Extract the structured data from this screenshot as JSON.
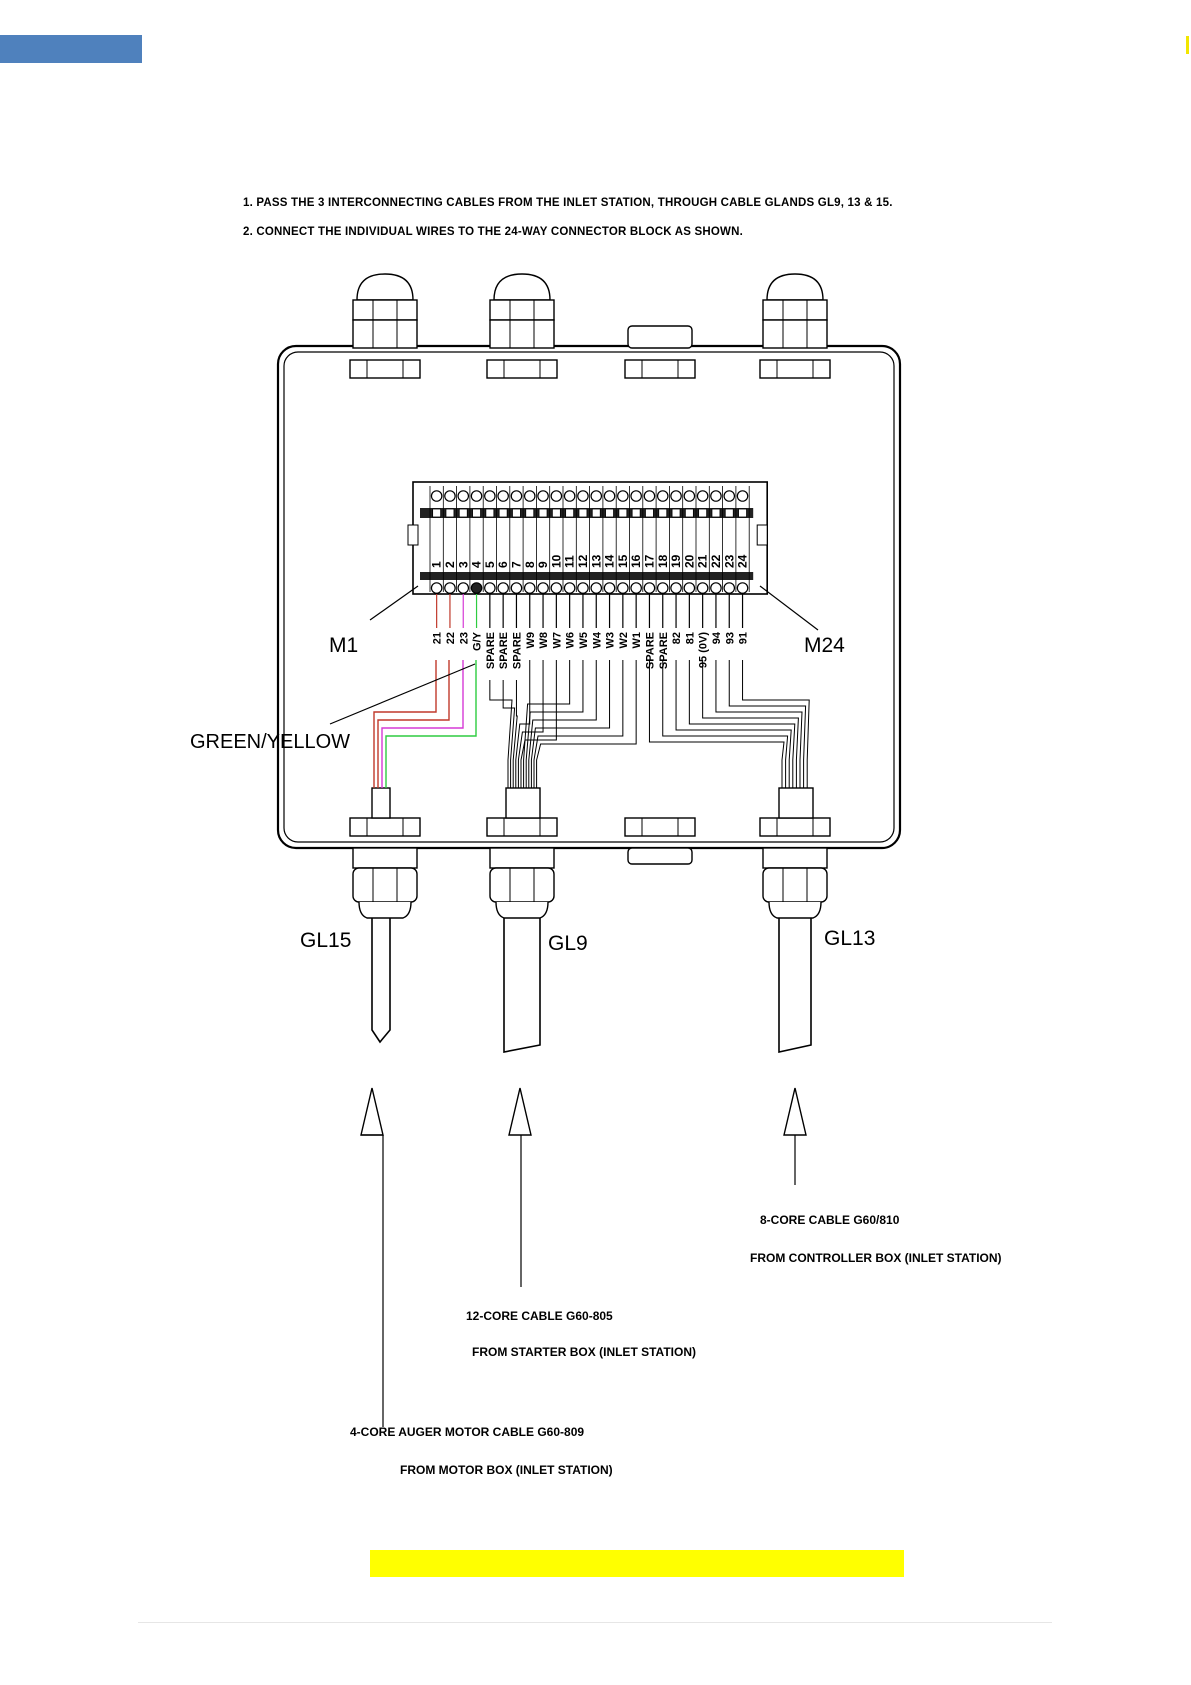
{
  "instructions": [
    "1.  PASS  THE  3  INTERCONNECTING  CABLES  FROM  THE  INLET  STATION,  THROUGH  CABLE  GLANDS  GL9,  13  &  15.",
    "2.  CONNECT  THE  INDIVIDUAL  WIRES  TO  THE  24-WAY  CONNECTOR  BLOCK  AS  SHOWN."
  ],
  "terminal_block": {
    "terminal_numbers": [
      "1",
      "2",
      "3",
      "4",
      "5",
      "6",
      "7",
      "8",
      "9",
      "10",
      "11",
      "12",
      "13",
      "14",
      "15",
      "16",
      "17",
      "18",
      "19",
      "20",
      "21",
      "22",
      "23",
      "24"
    ],
    "wire_labels": [
      "21",
      "22",
      "23",
      "G/Y",
      "SPARE",
      "SPARE",
      "SPARE",
      "W9",
      "W8",
      "W7",
      "W6",
      "W5",
      "W4",
      "W3",
      "W2",
      "W1",
      "SPARE",
      "SPARE",
      "82",
      "81",
      "95 (0V)",
      "94",
      "93",
      "91"
    ],
    "left_marker": "M1",
    "right_marker": "M24",
    "green_yellow_label": "GREEN/YELLOW"
  },
  "glands": {
    "left": "GL15",
    "middle": "GL9",
    "right": "GL13"
  },
  "cables": {
    "right": {
      "line1": "8-CORE CABLE G60/810",
      "line2": "FROM CONTROLLER BOX (INLET STATION)"
    },
    "middle": {
      "line1": "12-CORE CABLE G60-805",
      "line2": "FROM STARTER BOX (INLET STATION)"
    },
    "left": {
      "line1": "4-CORE AUGER MOTOR CABLE G60-809",
      "line2": "FROM MOTOR BOX (INLET STATION)"
    }
  },
  "colors": {
    "header_bar": "#4f81bd",
    "highlight": "#ffff00",
    "wire_red": "#c0392b",
    "wire_magenta": "#d63ad6",
    "wire_green": "#2ecc40"
  }
}
